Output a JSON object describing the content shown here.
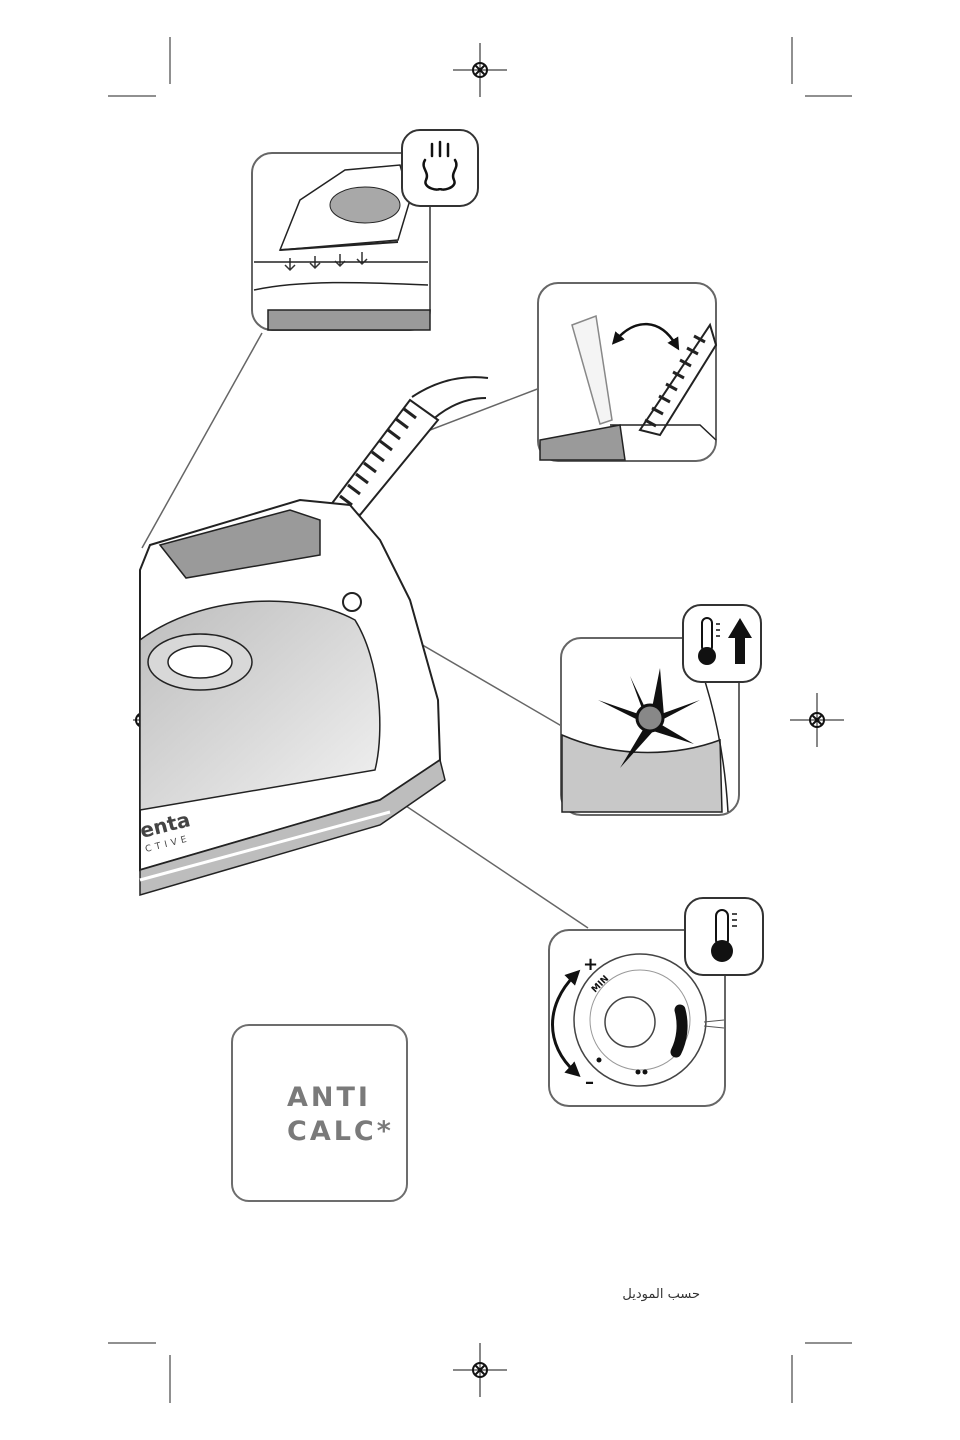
{
  "anticalc": {
    "line1": "ANTI",
    "line2": "CALC*"
  },
  "dial": {
    "min_label": "MIN",
    "plus": "+",
    "minus": "–"
  },
  "footnote": "حسب الموديل",
  "icons": [
    "steam-icon",
    "thermometer-icon",
    "thermometer-up-icon",
    "registration-mark-icon"
  ]
}
